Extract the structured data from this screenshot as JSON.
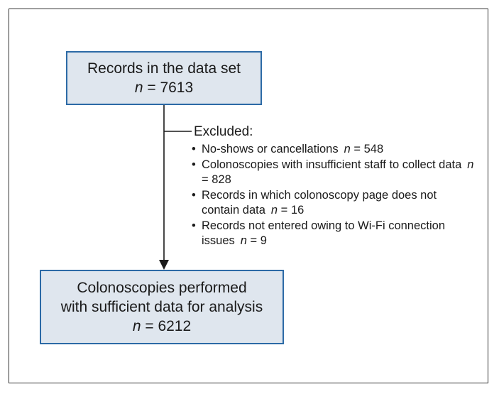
{
  "flowchart": {
    "top_box": {
      "line1": "Records in the data set",
      "n_label": "n",
      "n_value": " = 7613"
    },
    "exclusion": {
      "title": "Excluded:",
      "items": [
        {
          "text": "No-shows or cancellations",
          "n_label": "n",
          "n_value": " = 548"
        },
        {
          "text": "Colonoscopies with insufficient staff to collect data",
          "n_label": "n",
          "n_value": " = 828"
        },
        {
          "text": "Records in which colonoscopy page does not contain data",
          "n_label": "n",
          "n_value": " = 16"
        },
        {
          "text": "Records not entered owing to Wi-Fi connection issues",
          "n_label": "n",
          "n_value": " = 9"
        }
      ]
    },
    "bottom_box": {
      "line1": "Colonoscopies performed",
      "line2": "with sufficient data for analysis",
      "n_label": "n",
      "n_value": " = 6212"
    }
  },
  "colors": {
    "box_fill": "#dfe6ee",
    "box_border": "#2c6aa6",
    "line": "#1a1a1a"
  }
}
